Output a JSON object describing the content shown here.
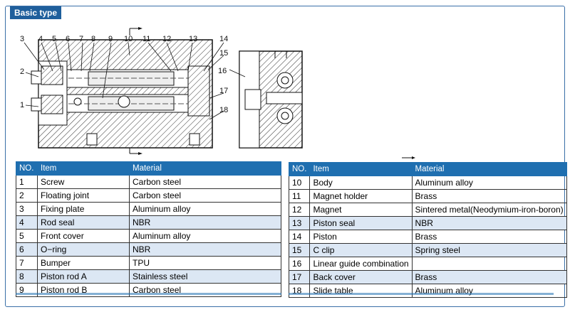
{
  "badge": "Basic type",
  "callouts": [
    "1",
    "2",
    "3",
    "4",
    "5",
    "6",
    "7",
    "8",
    "9",
    "10",
    "11",
    "12",
    "13",
    "14",
    "15",
    "16",
    "17",
    "18"
  ],
  "colors": {
    "header": "#1f6fb0",
    "alt_row": "#dce7f4",
    "badge": "#1f5f9c"
  },
  "headers": {
    "no": "NO.",
    "item": "Item",
    "material": "Material"
  },
  "parts_left": [
    {
      "no": "1",
      "item": "Screw",
      "material": "Carbon steel"
    },
    {
      "no": "2",
      "item": "Floating joint",
      "material": "Carbon steel"
    },
    {
      "no": "3",
      "item": "Fixing plate",
      "material": "Aluminum alloy"
    },
    {
      "no": "4",
      "item": "Rod seal",
      "material": "NBR"
    },
    {
      "no": "5",
      "item": "Front cover",
      "material": "Aluminum alloy"
    },
    {
      "no": "6",
      "item": "O−ring",
      "material": "NBR"
    },
    {
      "no": "7",
      "item": "Bumper",
      "material": "TPU"
    },
    {
      "no": "8",
      "item": "Piston rod A",
      "material": "Stainless steel"
    },
    {
      "no": "9",
      "item": "Piston rod B",
      "material": "Carbon steel"
    }
  ],
  "parts_right": [
    {
      "no": "10",
      "item": "Body",
      "material": "Aluminum alloy"
    },
    {
      "no": "11",
      "item": "Magnet holder",
      "material": "Brass"
    },
    {
      "no": "12",
      "item": "Magnet",
      "material": "Sintered metal(Neodymium-iron-boron)"
    },
    {
      "no": "13",
      "item": "Piston seal",
      "material": "NBR"
    },
    {
      "no": "14",
      "item": "Piston",
      "material": "Brass"
    },
    {
      "no": "15",
      "item": "C clip",
      "material": "Spring steel"
    },
    {
      "no": "16",
      "item": "Linear guide combination",
      "material": ""
    },
    {
      "no": "17",
      "item": "Back cover",
      "material": "Brass"
    },
    {
      "no": "18",
      "item": "Slide table",
      "material": "Aluminum alloy"
    }
  ]
}
